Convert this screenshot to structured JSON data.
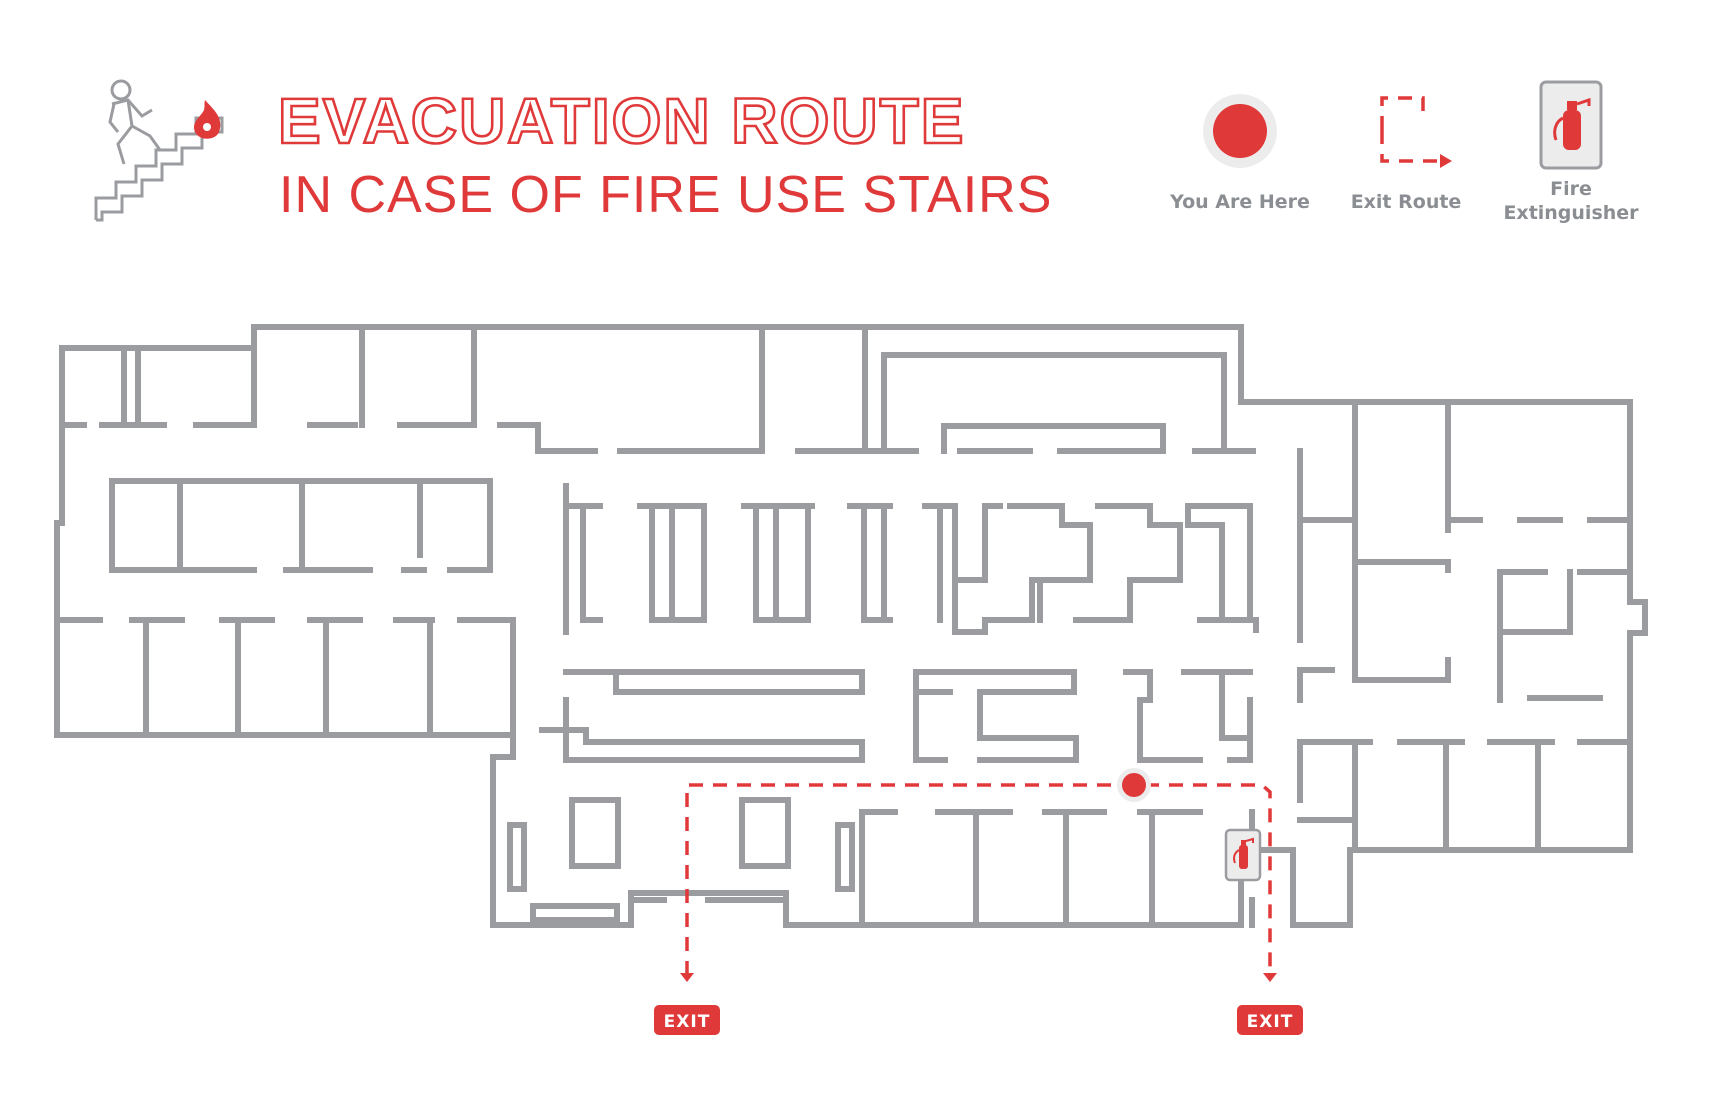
{
  "header": {
    "title": "EVACUATION ROUTE",
    "subtitle": "IN CASE OF FIRE USE STAIRS",
    "icon": "person-running-up-stairs-with-fire-icon"
  },
  "legend": {
    "you_are_here": "You Are Here",
    "exit_route": "Exit Route",
    "fire_extinguisher_line1": "Fire",
    "fire_extinguisher_line2": "Extinguisher"
  },
  "exits": {
    "left": "EXIT",
    "right": "EXIT"
  },
  "colors": {
    "accent": "#e0393a",
    "wall": "#9a9ca0",
    "legend_text": "#8a8d91"
  }
}
